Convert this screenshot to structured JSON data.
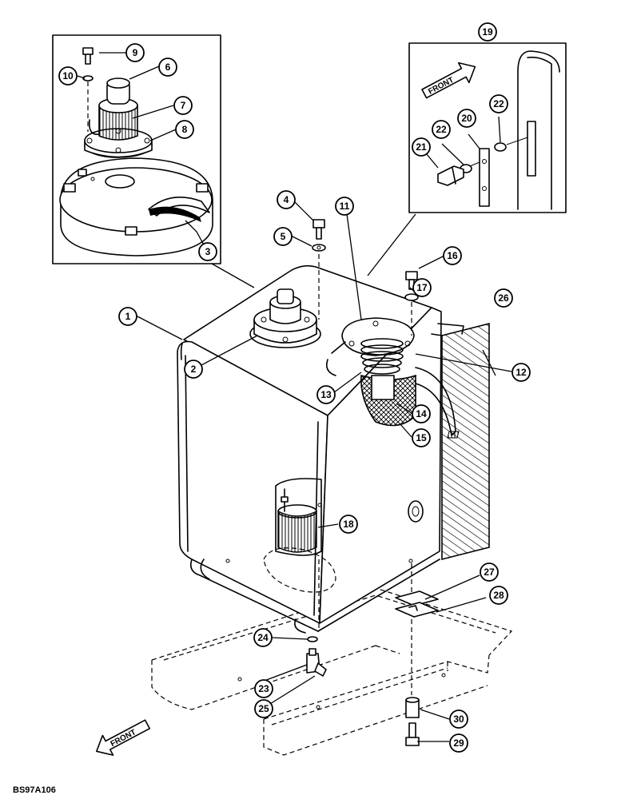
{
  "figure_code": "BS97A106",
  "front_label": "FRONT",
  "callouts": [
    "1",
    "2",
    "3",
    "4",
    "5",
    "6",
    "7",
    "8",
    "9",
    "10",
    "11",
    "12",
    "13",
    "14",
    "15",
    "16",
    "17",
    "18",
    "19",
    "20",
    "21",
    "22",
    "22",
    "23",
    "24",
    "25",
    "26",
    "27",
    "28",
    "29",
    "30"
  ]
}
